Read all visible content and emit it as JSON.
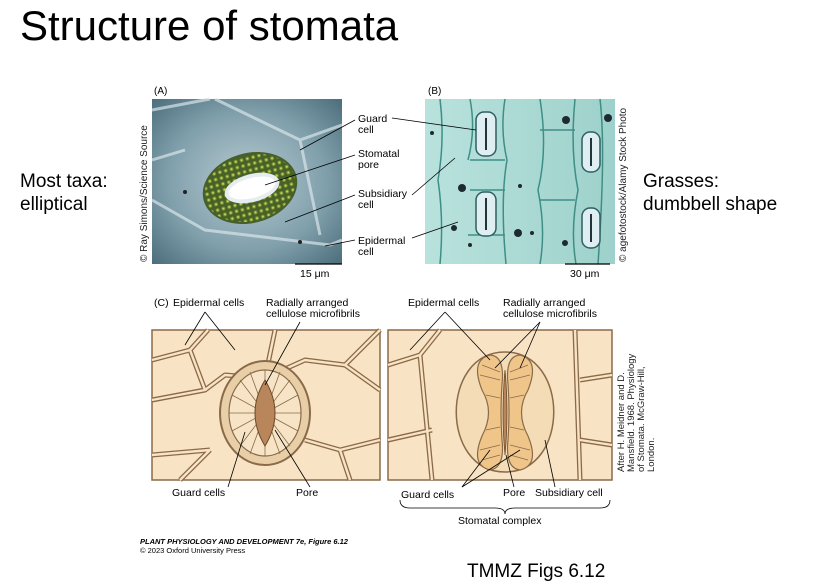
{
  "slide": {
    "title": "Structure of stomata",
    "left_note": [
      "Most taxa:",
      "elliptical"
    ],
    "right_note": [
      "Grasses:",
      "dumbbell shape"
    ],
    "footer": "TMMZ Figs 6.12"
  },
  "panel_a": {
    "letter": "(A)",
    "credit": "© Ray Simons/Science Source",
    "scale": "15 μm"
  },
  "panel_b": {
    "letter": "(B)",
    "credit": "© agefotostock/Alamy Stock Photo",
    "scale": "30 μm"
  },
  "callouts": {
    "guard_cell": [
      "Guard",
      "cell"
    ],
    "stomatal_pore": [
      "Stomatal",
      "pore"
    ],
    "subsidiary_cell": [
      "Subsidiary",
      "cell"
    ],
    "epidermal_cell": [
      "Epidermal",
      "cell"
    ]
  },
  "panel_c": {
    "letter": "(C)",
    "left": {
      "epidermal": "Epidermal cells",
      "radial": [
        "Radially arranged",
        "cellulose microfibrils"
      ],
      "guard": "Guard cells",
      "pore": "Pore"
    },
    "right": {
      "epidermal": "Epidermal cells",
      "radial": [
        "Radially arranged",
        "cellulose microfibrils"
      ],
      "guard": "Guard cells",
      "pore": "Pore",
      "subsidiary": "Subsidiary cell",
      "complex": "Stomatal complex"
    },
    "credit": [
      "After H. Meidner and D.",
      "Mansfield. 1968. Physiology",
      "of Stomata. McGraw-Hill,",
      "London."
    ]
  },
  "caption": {
    "title": "PLANT PHYSIOLOGY AND DEVELOPMENT 7e, Figure 6.12",
    "copyright": "© 2023 Oxford University Press"
  },
  "colors": {
    "cell_fill": "#f8e3c4",
    "wall": "#8a6a48",
    "guard_fill": "#efc58a",
    "pore_fill": "#b8865a",
    "micro_bg": "#6b8f9a",
    "grass_bg": "#5fb8b0"
  }
}
